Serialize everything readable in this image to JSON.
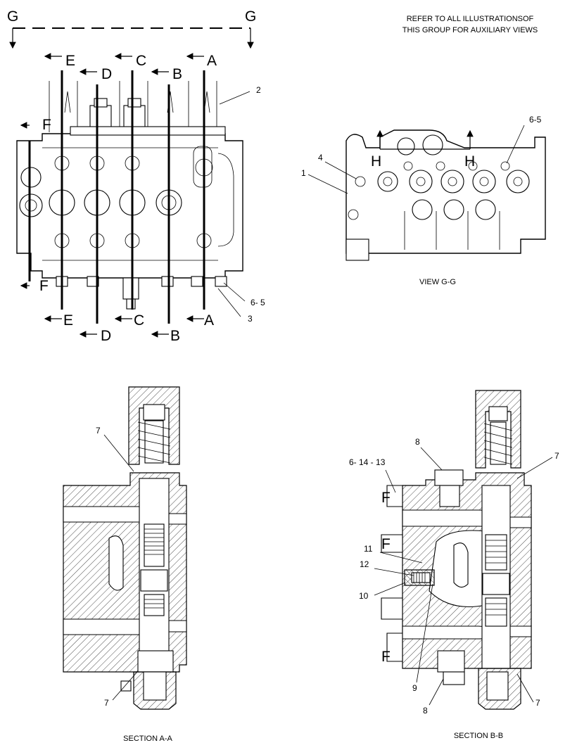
{
  "note": {
    "line1": "REFER TO ALL ILLUSTRATIONSOF",
    "line2": "THIS GROUP FOR AUXILIARY VIEWS"
  },
  "view_markers": {
    "G": "G",
    "A": "A",
    "B": "B",
    "C": "C",
    "D": "D",
    "E": "E",
    "F": "F",
    "H": "H"
  },
  "callouts": {
    "c1": "1",
    "c2": "2",
    "c3": "3",
    "c4": "4",
    "c6_5": "6- 5",
    "c6_5b": "6-5",
    "c6_14_13": "6- 14 - 13",
    "c7": "7",
    "c8": "8",
    "c9": "9",
    "c10": "10",
    "c11": "11",
    "c12": "12"
  },
  "captions": {
    "view_gg": "VIEW G-G",
    "section_aa": "SECTION A-A",
    "section_bb": "SECTION B-B"
  },
  "port_letter": "F"
}
